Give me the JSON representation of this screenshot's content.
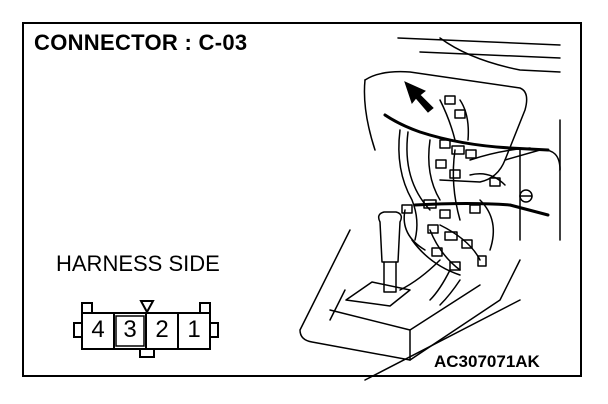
{
  "diagram": {
    "title": "CONNECTOR : C-03",
    "harness_side_label": "HARNESS SIDE",
    "figure_code": "AC307071AK",
    "connector_pins": [
      "4",
      "3",
      "2",
      "1"
    ],
    "colors": {
      "line": "#000000",
      "background": "#ffffff"
    }
  }
}
